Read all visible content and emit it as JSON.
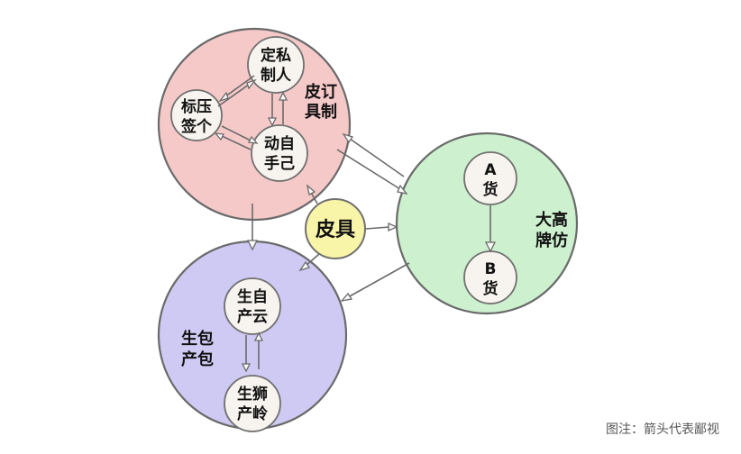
{
  "nodes": {
    "custom": {
      "label": [
        "皮订",
        "具制"
      ]
    },
    "brand": {
      "label": [
        "大高",
        "牌仿"
      ]
    },
    "own_pack": {
      "label": [
        "生包",
        "产包"
      ]
    },
    "private_custom": {
      "label": [
        "定私",
        "制人"
      ]
    },
    "label_tag": {
      "label": [
        "标压",
        "签个"
      ]
    },
    "self_made": {
      "label": [
        "动自",
        "手己"
      ]
    },
    "goods_a": {
      "label": [
        "A",
        "货"
      ]
    },
    "goods_b": {
      "label": [
        "B",
        "货"
      ]
    },
    "self_produce": {
      "label": [
        "生自",
        "产云"
      ]
    },
    "lion_produce": {
      "label": [
        "生狮",
        "产岭"
      ]
    },
    "leather": {
      "label": [
        "皮具"
      ]
    }
  },
  "caption": "图注：箭头代表鄙视",
  "colors": {
    "custom_fill": "#f6c9c9",
    "brand_fill": "#cdf0cf",
    "own_pack_fill": "#cfcaf3",
    "leather_fill": "#f8f4a8",
    "small_fill": "#f7f3ee"
  }
}
